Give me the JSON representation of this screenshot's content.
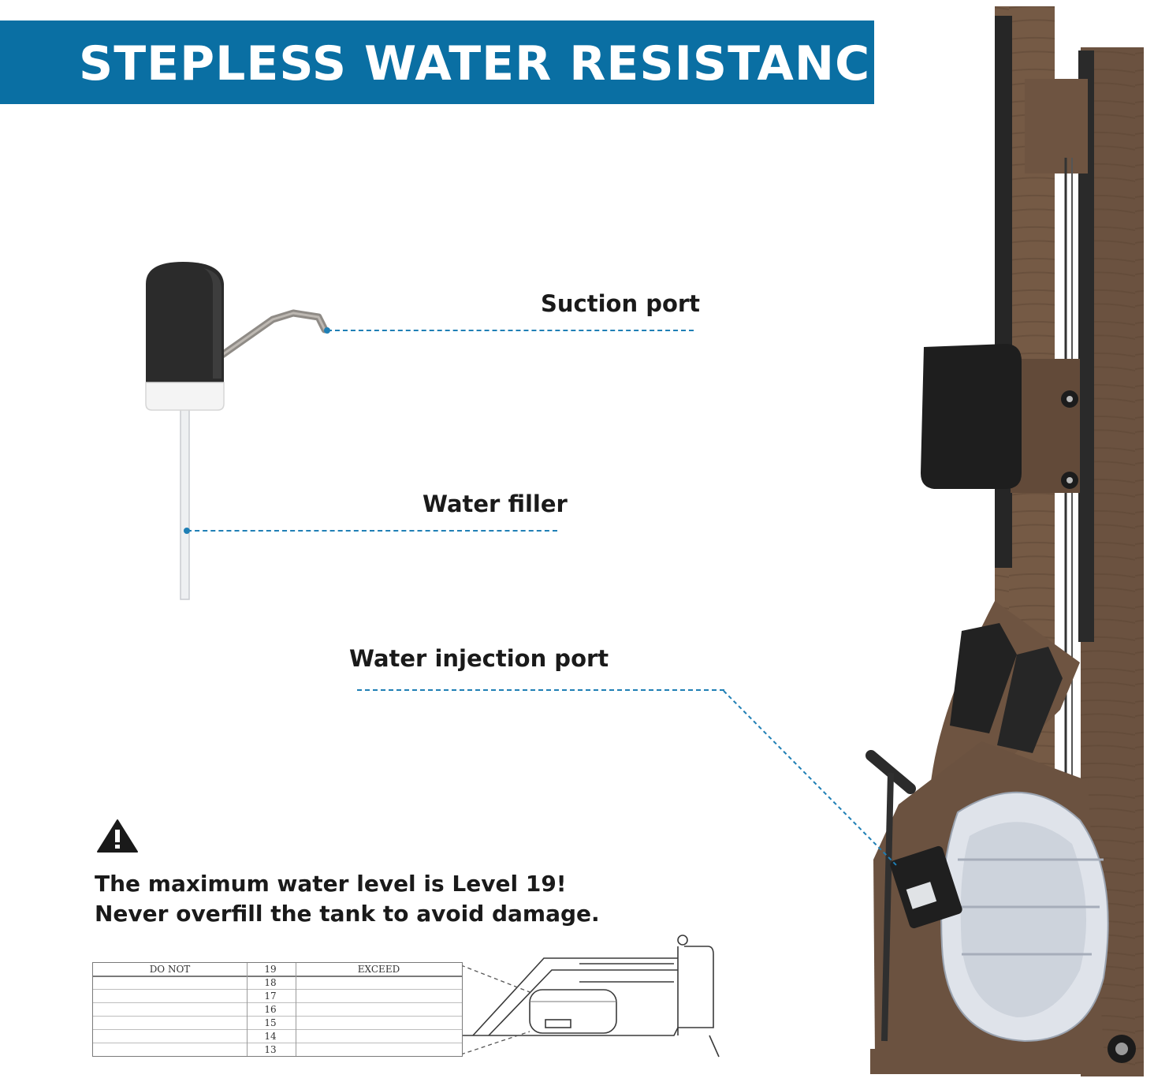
{
  "banner": {
    "title": "STEPLESS WATER RESISTANCE",
    "color": "#0a6fa3"
  },
  "callouts": {
    "suction_port": "Suction port",
    "water_filler": "Water filler",
    "water_injection_port": "Water injection port"
  },
  "warning": {
    "icon": "warning-triangle-icon",
    "line1": "The maximum water level is Level 19!",
    "line2": "Never overfill the tank to avoid damage."
  },
  "level_scale": {
    "left_header": "DO NOT",
    "right_header": "EXCEED",
    "levels": [
      "19",
      "18",
      "17",
      "16",
      "15",
      "14",
      "13"
    ]
  },
  "colors": {
    "leader_line": "#1f7fb5",
    "wood": "#6b5240",
    "text": "#1a1a1a"
  }
}
